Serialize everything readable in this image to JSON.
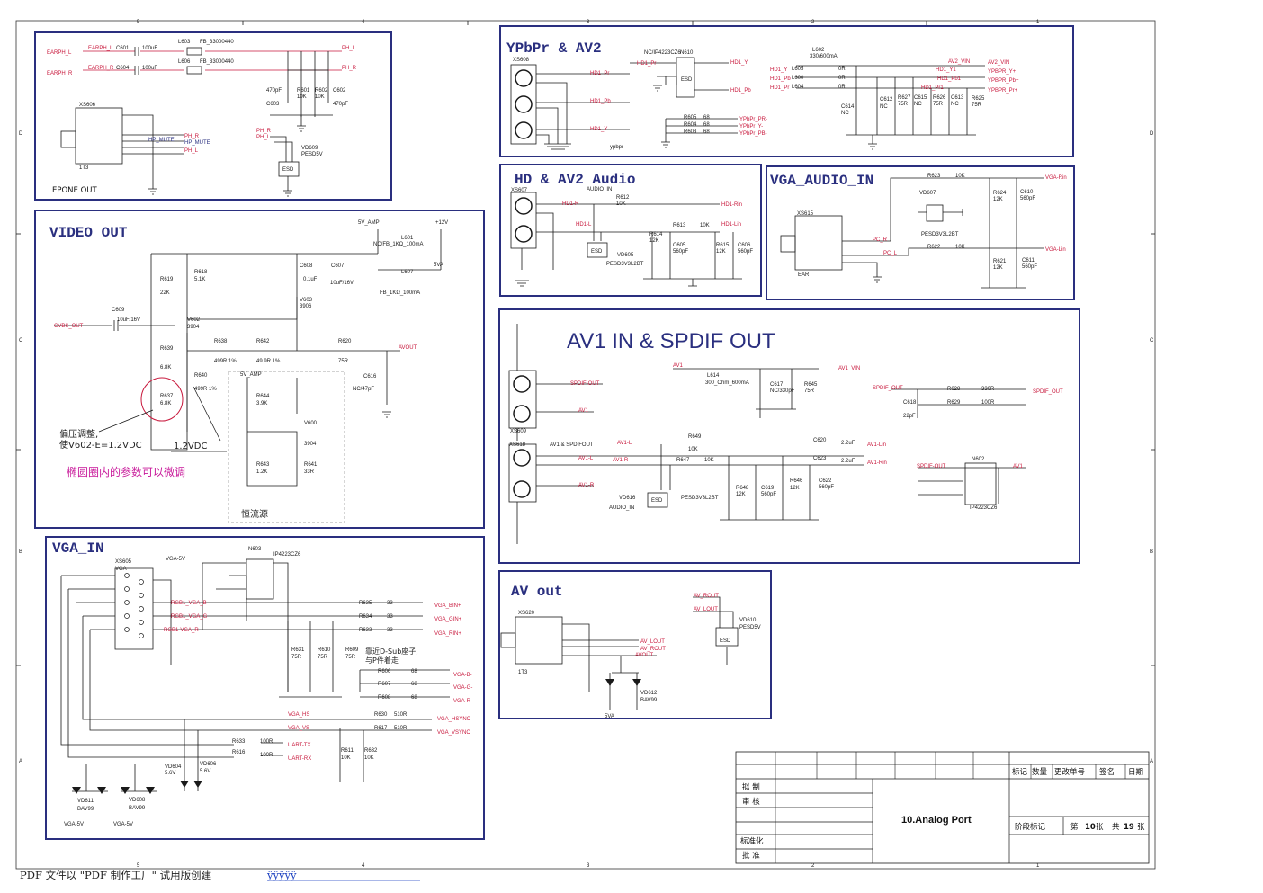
{
  "border": {
    "top_ticks": [
      "5",
      "4",
      "3",
      "2",
      "1"
    ],
    "side_ticks": [
      "D",
      "C",
      "B",
      "A"
    ]
  },
  "blocks": {
    "earphone": {
      "title": "EPONE OUT",
      "labels": [
        "EARPH_L",
        "EARPH_L",
        "C601",
        "100uF",
        "L603",
        "FB_33000440",
        "PH_L",
        "EARPH_R",
        "EARPH_R",
        "C604",
        "100uF",
        "L606",
        "FB_33000440",
        "PH_R",
        "470pF",
        "C603",
        "R601",
        "10K",
        "R602",
        "10K",
        "C602",
        "470pF",
        "XS606",
        "HP_MUTE",
        "PH_R",
        "HP_MUTE",
        "PH_L",
        "1T3",
        "PH_R",
        "PH_L",
        "VD609",
        "PESD5V",
        "ESD"
      ]
    },
    "ypbpr": {
      "title": "YPbPr & AV2",
      "labels": [
        "XS608",
        "NC/IP4223CZ6",
        "N610",
        "HD1_Pr",
        "HD1_Y",
        "HD1_Pb",
        "HD1_Pr",
        "HD1_Pb",
        "HD1_Y",
        "ypbpr",
        "ESD",
        "R605",
        "R604",
        "R603",
        "68",
        "68",
        "68",
        "YPbPr_PR-",
        "YPbPr_Y-",
        "YPbPr_PB-",
        "L602",
        "330/600mA",
        "L605",
        "L600",
        "L604",
        "0R",
        "0R",
        "0R",
        "HD1_Y",
        "HD1_Pb",
        "HD1_Pr",
        "AV2_VIN",
        "HD1_Y1",
        "HD1_Pb1",
        "HD1_Pr1",
        "AV2_VIN",
        "YPBPR_Y+",
        "YPBPR_Pb+",
        "YPBPR_Pr+",
        "C614",
        "NC",
        "C612",
        "NC",
        "R627",
        "75R",
        "C615",
        "NC",
        "R626",
        "75R",
        "C613",
        "NC",
        "R625",
        "75R"
      ]
    },
    "hd_audio": {
      "title": "HD & AV2 Audio",
      "labels": [
        "XS607",
        "AUDIO_IN",
        "HD1-R",
        "R612",
        "10K",
        "HD1-Rin",
        "HD1-L",
        "R613",
        "10K",
        "HD1-Lin",
        "R614",
        "12K",
        "C605",
        "560pF",
        "R615",
        "12K",
        "C606",
        "560pF",
        "VD605",
        "PESD3V3L2BT",
        "ESD"
      ]
    },
    "vga_audio": {
      "title": "VGA_AUDIO_IN",
      "labels": [
        "R623",
        "10K",
        "VGA-Rin",
        "VD607",
        "R624",
        "12K",
        "C610",
        "560pF",
        "XS615",
        "PC_R",
        "PC_L",
        "PESD3V3L2BT",
        "R622",
        "10K",
        "VGA-Lin",
        "R621",
        "12K",
        "C611",
        "560pF",
        "EAR"
      ]
    },
    "video_out": {
      "title": "VIDEO OUT",
      "labels": [
        "5V_AMP",
        "+12V",
        "L601",
        "NC/FB_1KΩ_100mA",
        "5VA",
        "L607",
        "FB_1KΩ_100mA",
        "C608",
        "0.1uF",
        "C607",
        "10uF/16V",
        "R619",
        "22K",
        "R618",
        "5.1K",
        "V603",
        "3906",
        "C609",
        "10uF/16V",
        "CVBS_OUT",
        "V602",
        "3904",
        "R638",
        "499R 1%",
        "R642",
        "49.9R 1%",
        "R620",
        "75R",
        "AVOUT",
        "R639",
        "6.8K",
        "R640",
        "499R 1%",
        "C616",
        "NC/47pF",
        "5V_AMP",
        "R637",
        "6.8K",
        "R644",
        "3.9K",
        "V600",
        "3904",
        "R643",
        "1.2K",
        "R641",
        "33R"
      ],
      "note1": "偏压调整,",
      "note2": "使V602-E=1.2VDC",
      "note3": "1.2VDC",
      "note4": "椭圆圈内的参数可以微调",
      "note5": "恒流源"
    },
    "av1_in": {
      "title": "AV1 IN & SPDIF OUT",
      "labels": [
        "SPDIF-OUT",
        "AV1",
        "XS609",
        "AV1",
        "L614",
        "300_Ohm_600mA",
        "AV1_VIN",
        "C617",
        "NC/330pF",
        "R645",
        "75R",
        "SPDIF_OUT",
        "R628",
        "330R",
        "SPDIF_OUT",
        "C618",
        "22pF",
        "R629",
        "100R",
        "AV1 & SPDIFOUT",
        "XS618",
        "AV1-L",
        "AV1-R",
        "AV1-L",
        "R649",
        "10K",
        "C620",
        "2.2uF",
        "AV1-Lin",
        "AV1-R",
        "R647",
        "10K",
        "C623",
        "2.2uF",
        "AV1-Rin",
        "R648",
        "12K",
        "C619",
        "560pF",
        "R646",
        "12K",
        "C622",
        "560pF",
        "VD616",
        "AUDIO_IN",
        "ESD",
        "PESD3V3L2BT",
        "SPDIF-OUT",
        "N602",
        "AV1",
        "IP4223CZ6"
      ]
    },
    "vga_in": {
      "title": "VGA_IN",
      "labels": [
        "XS605",
        "VGA",
        "VGA-5V",
        "N603",
        "IP4223CZ6",
        "RGB1_VGA_B",
        "RGB1_VGA_G",
        "RGB1-VGA_R",
        "R635",
        "33",
        "VGA_BIN+",
        "R634",
        "33",
        "VGA_GIN+",
        "R633",
        "33",
        "VGA_RIN+",
        "R631",
        "75R",
        "R610",
        "75R",
        "R609",
        "75R",
        "R606",
        "68",
        "VGA-B-",
        "R607",
        "68",
        "VGA-G-",
        "R608",
        "68",
        "VGA-R-",
        "VGA_HS",
        "R630",
        "510R",
        "VGA_HSYNC",
        "VGA_VS",
        "R617",
        "510R",
        "VGA_VSYNC",
        "R633",
        "100R",
        "UART-TX",
        "R616",
        "100R",
        "UART-RX",
        "R611",
        "10K",
        "R632",
        "10K",
        "VD604",
        "5.6V",
        "VD606",
        "5.6V",
        "VD611",
        "BAV99",
        "VD608",
        "BAV99",
        "VGA-5V",
        "VGA-5V"
      ],
      "note1": "靠近D-Sub座子,",
      "note2": "与P件着走"
    },
    "av_out": {
      "title": "AV out",
      "labels": [
        "XS620",
        "AV_ROUT",
        "AV_LOUT",
        "VD610",
        "PESD5V",
        "ESD",
        "AV_LOUT",
        "AV_ROUT",
        "AVOUT",
        "1T3",
        "VD612",
        "BAV99",
        "5VA"
      ]
    }
  },
  "title_block": {
    "h_mark": "标记",
    "h_count": "数量",
    "h_change": "更改单号",
    "h_sign": "签名",
    "h_date": "日期",
    "r1": "拟 制",
    "r2": "审 核",
    "r3": "标准化",
    "r4": "批 准",
    "drawing_title": "10.Analog Port",
    "stage": "阶段标记",
    "sheet_pre": "第",
    "sheet_no": "10",
    "sheet_mid": "张",
    "total_pre": "共",
    "total_no": "19",
    "total_post": "张"
  },
  "footer": {
    "watermark": "PDF 文件以 \"PDF 制作工厂\" 试用版创建",
    "link": "ÿÿÿÿÿ"
  }
}
